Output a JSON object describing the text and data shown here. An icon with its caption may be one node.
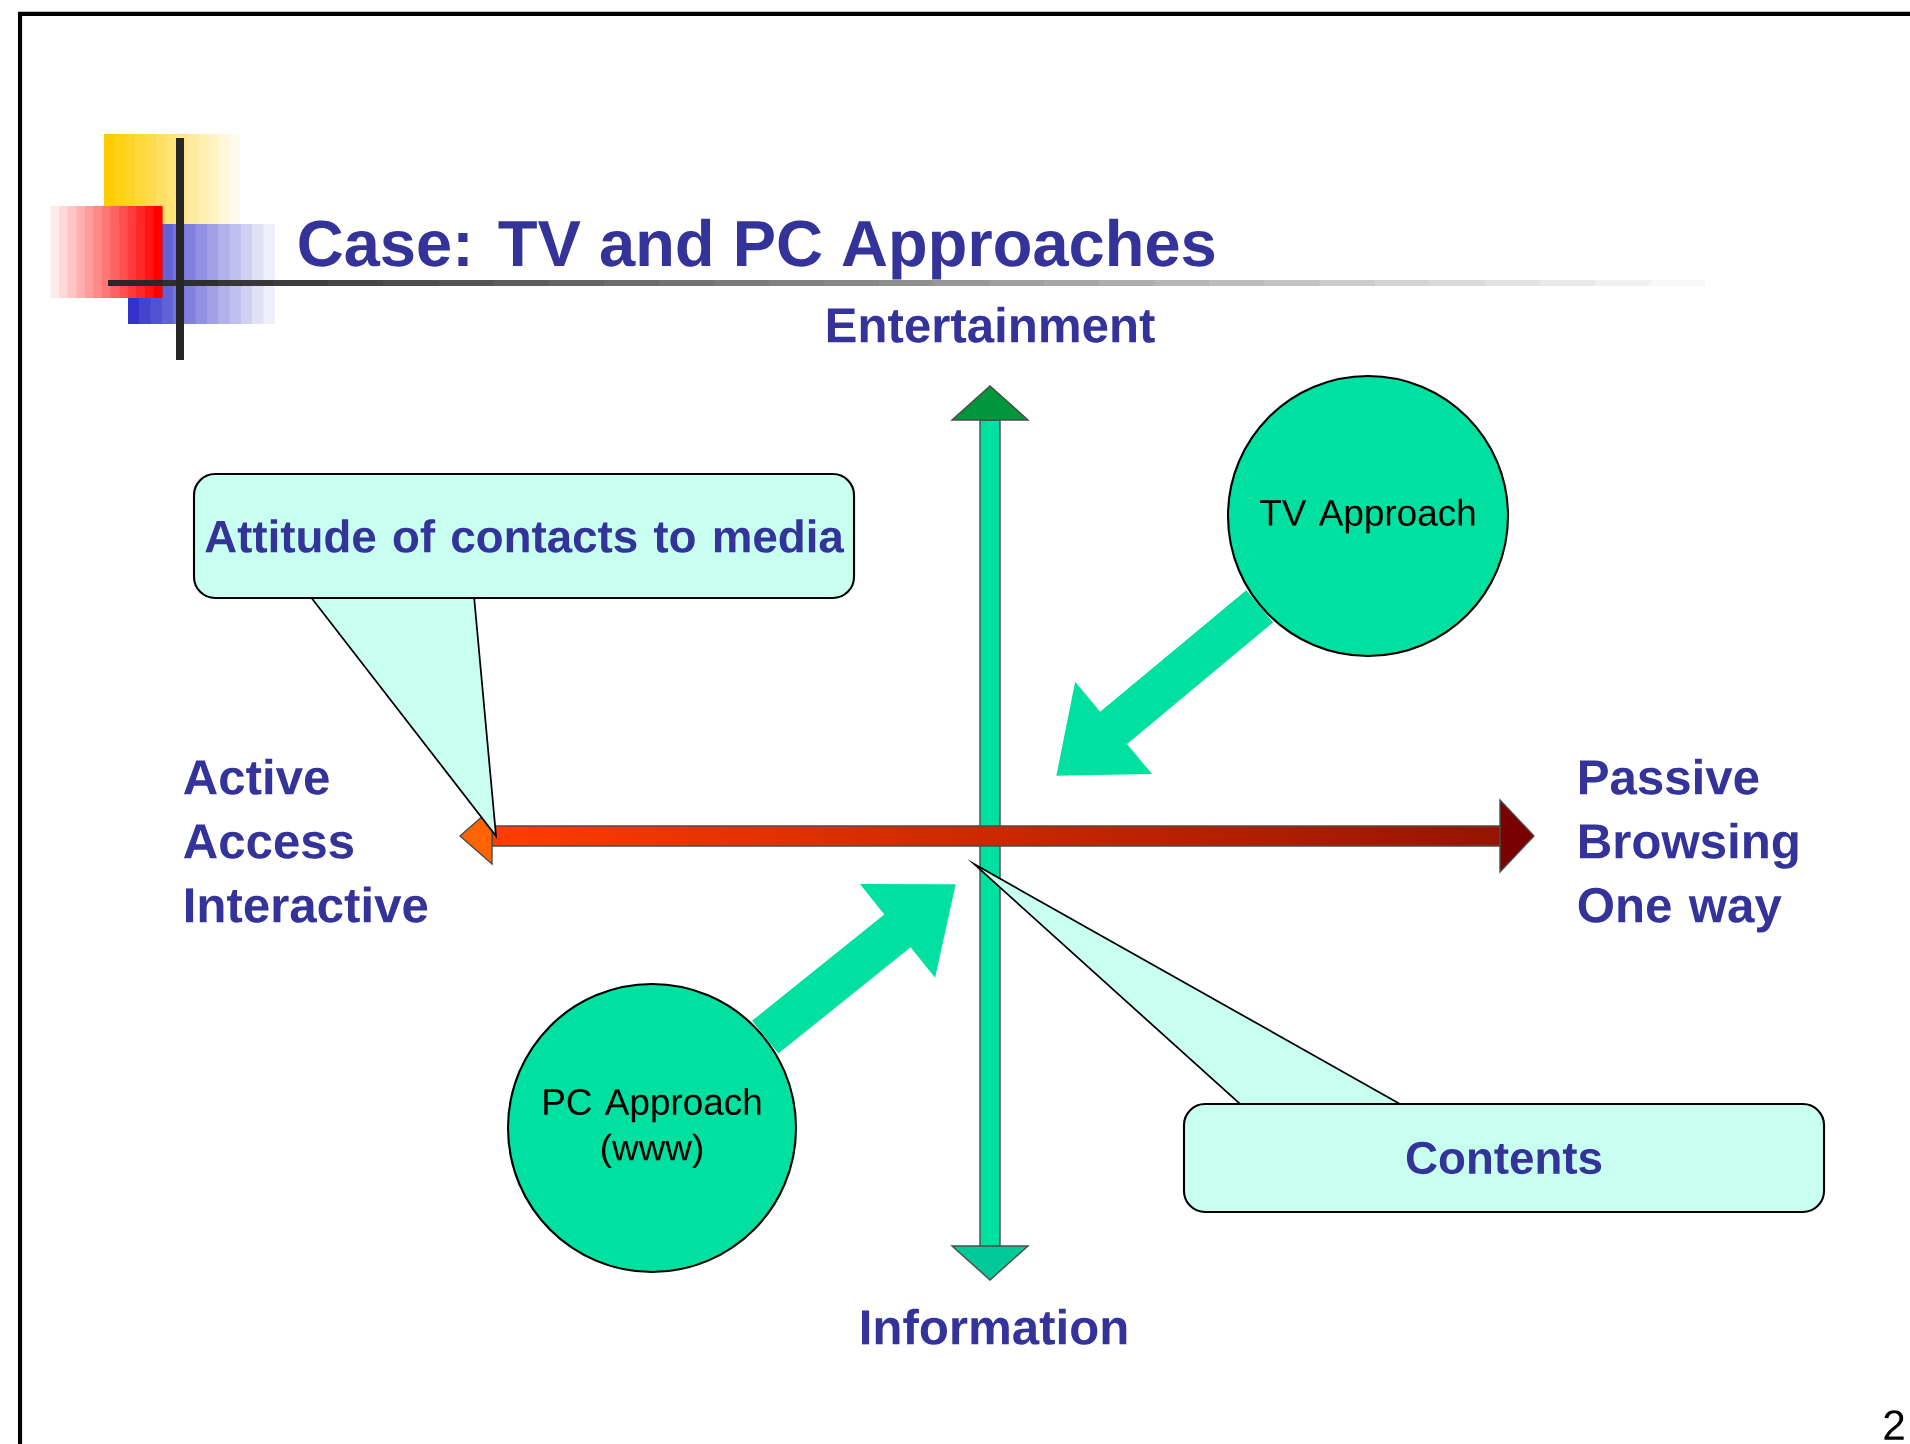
{
  "diagram": {
    "title": "Case: TV and PC Approaches",
    "nodes": [
      {
        "text": [
          "TV Approach"
        ]
      },
      {
        "text": [
          "Attitude of contacts to media"
        ]
      },
      {
        "text": [
          "PC Approach (www)"
        ]
      },
      {
        "text": [
          "Contents"
        ]
      }
    ],
    "edges": [
      {
        "from": 0,
        "to": null,
        "arrow": "to"
      },
      {
        "from": 2,
        "to": null,
        "arrow": "to"
      }
    ],
    "labels": [
      "Entertainment",
      "Active Access Interactive",
      "Passive Browsing One way",
      "Information",
      "2"
    ]
  }
}
